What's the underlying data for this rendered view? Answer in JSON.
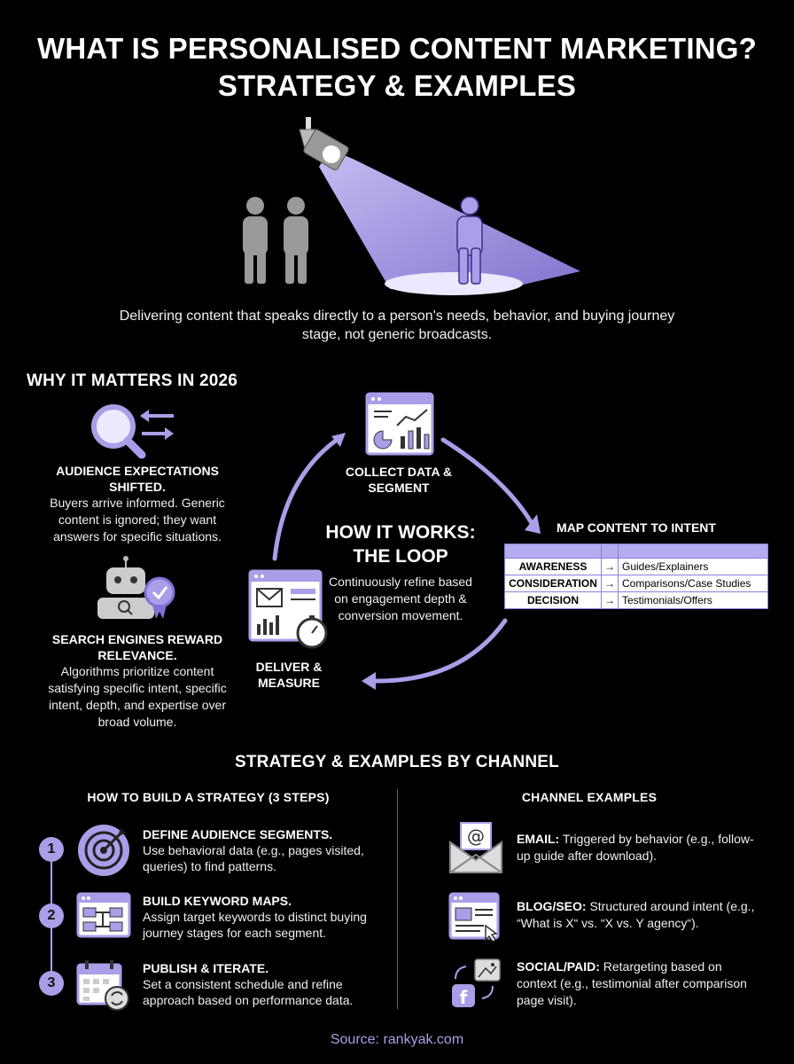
{
  "header": {
    "title_line1": "WHAT IS PERSONALISED CONTENT MARKETING?",
    "title_line2": "STRATEGY & EXAMPLES",
    "tagline": "Delivering content that speaks directly to a person's needs, behavior, and buying journey stage, not generic broadcasts."
  },
  "why": {
    "heading": "WHY IT MATTERS IN 2026",
    "items": [
      {
        "title": "AUDIENCE EXPECTATIONS SHIFTED.",
        "text": "Buyers arrive informed. Generic content is ignored; they want answers for specific situations."
      },
      {
        "title": "SEARCH ENGINES REWARD RELEVANCE.",
        "text": "Algorithms prioritize content satisfying specific intent, specific intent, depth, and expertise over broad volume."
      }
    ]
  },
  "loop": {
    "title_line1": "HOW IT WORKS:",
    "title_line2": "THE LOOP",
    "text": "Continuously refine based on engagement depth & conversion movement.",
    "collect_label": "COLLECT DATA & SEGMENT",
    "deliver_label": "DELIVER & MEASURE",
    "map_heading": "MAP CONTENT TO INTENT",
    "map_rows": [
      {
        "stage": "AWARENESS",
        "arrow": "→",
        "content": "Guides/Explainers"
      },
      {
        "stage": "CONSIDERATION",
        "arrow": "→",
        "content": "Comparisons/Case Studies"
      },
      {
        "stage": "DECISION",
        "arrow": "→",
        "content": "Testimonials/Offers"
      }
    ]
  },
  "strategy": {
    "heading": "STRATEGY & EXAMPLES BY CHANNEL",
    "left_heading": "HOW TO BUILD A STRATEGY (3 STEPS)",
    "right_heading": "CHANNEL EXAMPLES",
    "steps": [
      {
        "num": "1",
        "title": "DEFINE AUDIENCE SEGMENTS.",
        "text": "Use behavioral data (e.g., pages visited, queries) to find patterns."
      },
      {
        "num": "2",
        "title": "BUILD KEYWORD MAPS.",
        "text": "Assign target keywords to distinct buying journey stages for each segment."
      },
      {
        "num": "3",
        "title": "PUBLISH & ITERATE.",
        "text": "Set a consistent schedule and refine approach based on performance data."
      }
    ],
    "channels": [
      {
        "name": "EMAIL:",
        "text": "Triggered by behavior (e.g., follow-up guide after download)."
      },
      {
        "name": "BLOG/SEO:",
        "text": "Structured around intent (e.g., “What is X“ vs. “X vs. Y agency“)."
      },
      {
        "name": "SOCIAL/PAID:",
        "text": "Retargeting based on context (e.g., testimonial after comparison page visit)."
      }
    ]
  },
  "footer": {
    "source": "Source: rankyak.com"
  },
  "colors": {
    "accent": "#a99ee8",
    "background": "#000000",
    "text": "#ffffff"
  }
}
